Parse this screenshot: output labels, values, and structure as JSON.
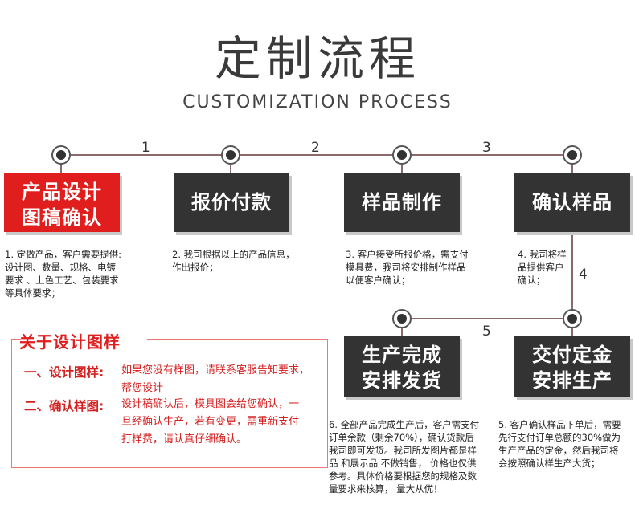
{
  "header": {
    "title": "定制流程",
    "subtitle": "CUSTOMIZATION PROCESS"
  },
  "flow": {
    "numbers": [
      "1",
      "2",
      "3",
      "4",
      "5"
    ],
    "steps": [
      {
        "lines": [
          "产品设计",
          "图稿确认"
        ],
        "desc": [
          "1. 定做产品，客户需要提供:",
          "设计图、数量、规格、电镀",
          "要求 、上色工艺、包装要求",
          "等具体要求；"
        ]
      },
      {
        "lines": [
          "报价付款"
        ],
        "desc": [
          "2. 我司根据以上的产品信息，",
          "作出报价；"
        ]
      },
      {
        "lines": [
          "样品制作"
        ],
        "desc": [
          "3. 客户接受所报价格，需支付",
          "模具费，我司将安排制作样品",
          "以便客户确认；"
        ]
      },
      {
        "lines": [
          "确认样品"
        ],
        "desc": [
          "4. 我司将样",
          "品提供客户",
          "确认；"
        ]
      },
      {
        "lines": [
          "交付定金",
          "安排生产"
        ],
        "desc": [
          "5. 客户确认样品下单后，需要",
          "先行支付订单总额的30%做为",
          "生产产品的定金，然后我司将",
          "会按照确认样生产大货；"
        ]
      },
      {
        "lines": [
          "生产完成",
          "安排发货"
        ],
        "desc": [
          "6. 全部产品完成生产后，客户需支付",
          "订单余款（剩余70%），确认货款后",
          "我司即可发货。我司所发图片都是样",
          "品 和展示品 不做销售， 价格也仅供",
          "参考。具体价格要根据您的规格及数",
          "量要求来核算， 量大从优！"
        ]
      }
    ]
  },
  "about": {
    "title": "关于设计图样",
    "items": [
      {
        "label": "一、设计图样:",
        "lines": [
          "如果您没有样图，请联系客服告知要求，",
          "帮您设计"
        ]
      },
      {
        "label": "二、确认样图:",
        "lines": [
          "设计稿确认后，模具图会给您确认，一",
          "旦经确认生产，若有变更，需重新支付",
          "打样费，请认真仔细确认。"
        ]
      }
    ]
  },
  "colors": {
    "accent_red": "#e01e1e",
    "box_dark": "#333333",
    "line": "#8a6a6a"
  }
}
